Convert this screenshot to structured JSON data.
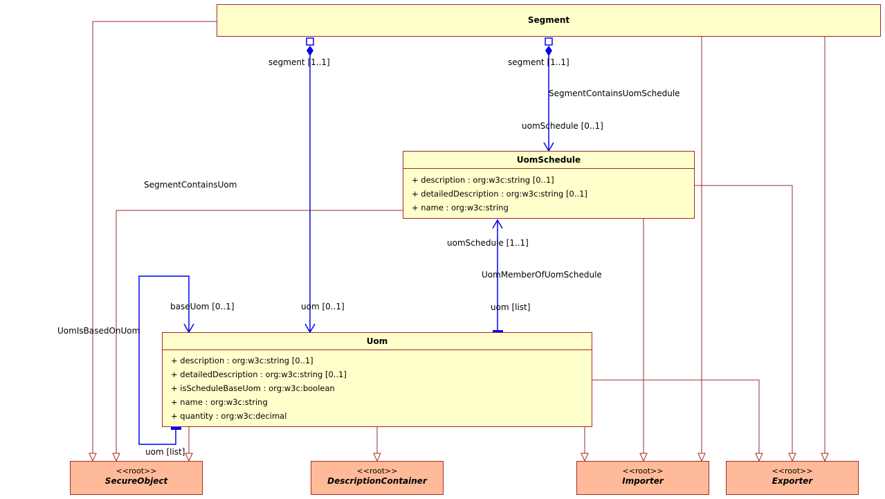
{
  "classes": {
    "segment": {
      "name": "Segment"
    },
    "uom_schedule": {
      "name": "UomSchedule",
      "attributes": [
        "+ description : org:w3c:string [0..1]",
        "+ detailedDescription : org:w3c:string [0..1]",
        "+ name : org:w3c:string"
      ]
    },
    "uom": {
      "name": "Uom",
      "attributes": [
        "+ description : org:w3c:string [0..1]",
        "+ detailedDescription : org:w3c:string [0..1]",
        "+ isScheduleBaseUom : org:w3c:boolean",
        "+ name : org:w3c:string",
        "+ quantity : org:w3c:decimal"
      ]
    }
  },
  "roots": [
    {
      "stereotype": "<<root>>",
      "name": "SecureObject"
    },
    {
      "stereotype": "<<root>>",
      "name": "DescriptionContainer"
    },
    {
      "stereotype": "<<root>>",
      "name": "Importer"
    },
    {
      "stereotype": "<<root>>",
      "name": "Exporter"
    }
  ],
  "labels": {
    "segment_role_1": "segment [1..1]",
    "segment_role_2": "segment [1..1]",
    "segment_contains_uom_schedule": "SegmentContainsUomSchedule",
    "uom_schedule_role_0_1": "uomSchedule [0..1]",
    "segment_contains_uom": "SegmentContainsUom",
    "uom_schedule_role_1_1": "uomSchedule [1..1]",
    "uom_member_of_uom_schedule": "UomMemberOfUomSchedule",
    "base_uom_role": "baseUom [0..1]",
    "uom_role_0_1": "uom [0..1]",
    "uom_list_1": "uom [list]",
    "uom_is_based_on_uom": "UomIsBasedOnUom",
    "uom_list_2": "uom [list]"
  },
  "colors": {
    "class_fill": "#ffffcc",
    "root_fill": "#ffbb99",
    "border": "#a02828",
    "association": "#0000ee"
  }
}
